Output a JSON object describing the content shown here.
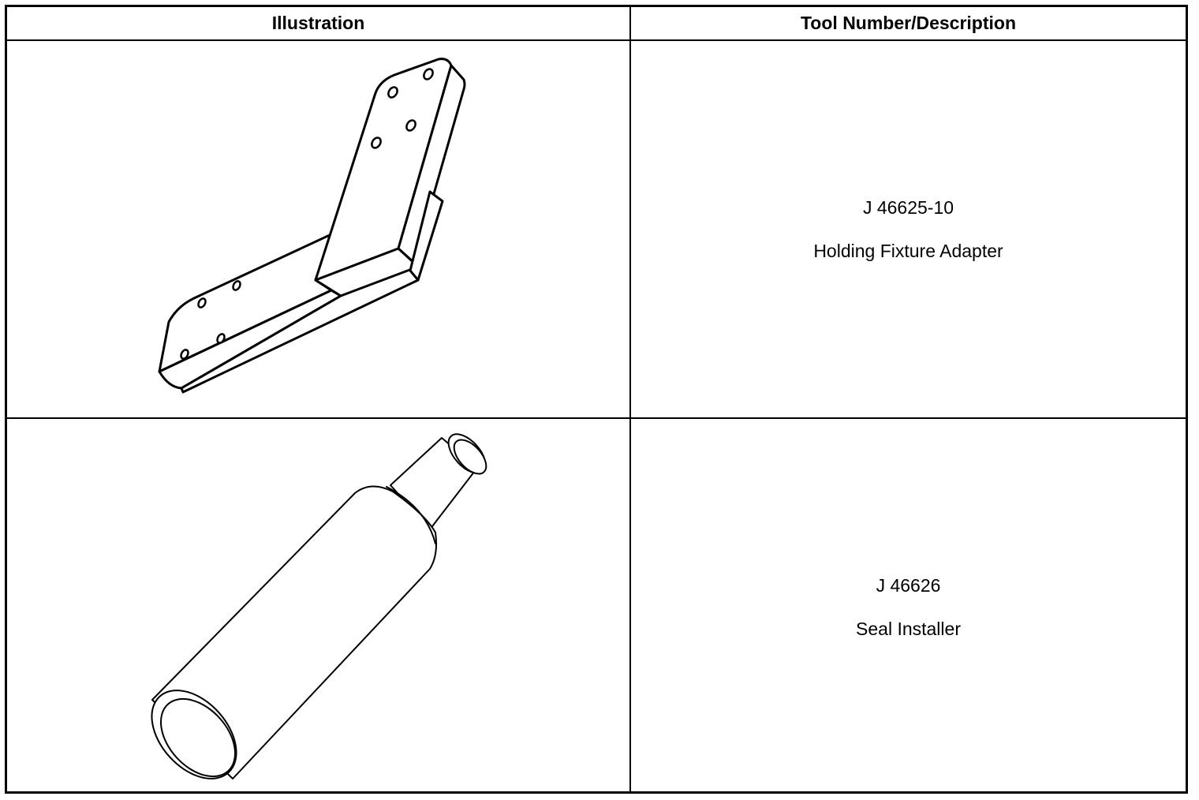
{
  "table": {
    "headers": {
      "illustration": "Illustration",
      "description": "Tool Number/Description"
    },
    "rows": [
      {
        "tool_number": "J 46625-10",
        "description": "Holding Fixture Adapter",
        "illustration_icon": "holding-fixture-adapter-drawing"
      },
      {
        "tool_number": "J 46626",
        "description": "Seal Installer",
        "illustration_icon": "seal-installer-drawing"
      }
    ]
  }
}
